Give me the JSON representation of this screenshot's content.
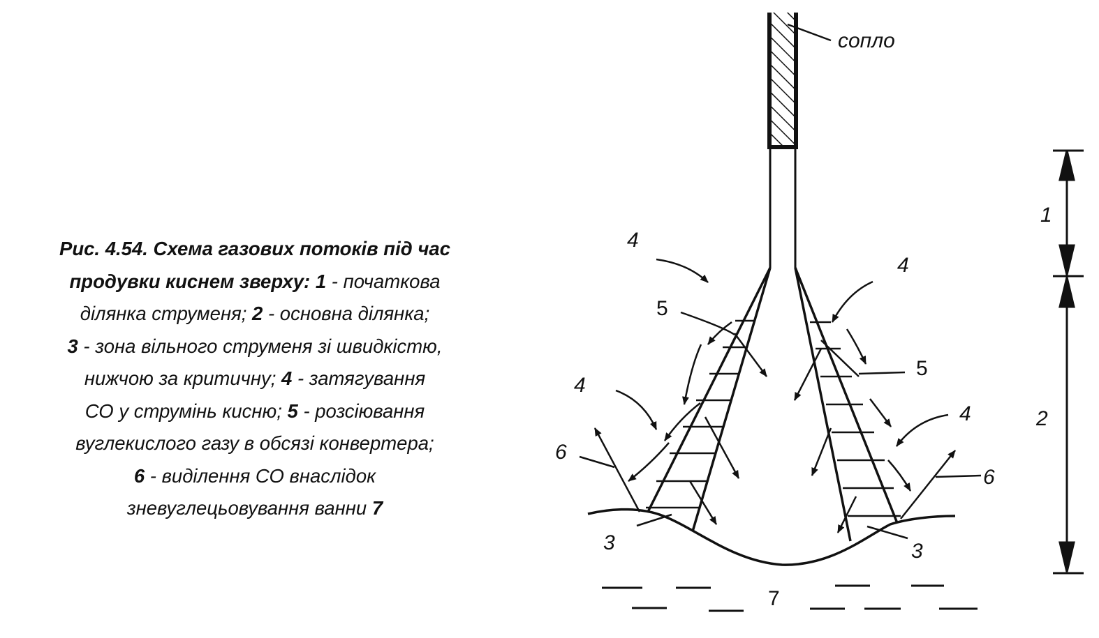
{
  "caption": {
    "l1_bold": "Рис. 4.54. Схема газових потоків під час",
    "l2_bold": "продувки киснем зверху:",
    "l2_num": "1",
    "l2_text": " - початкова",
    "l3_text1": "ділянка струменя; ",
    "l3_num": "2",
    "l3_text2": " -  основна ділянка;",
    "l4_num": "3",
    "l4_text": " - зона вільного струменя зі швидкістю,",
    "l5_text1": "нижчою за критичну; ",
    "l5_num": "4",
    "l5_text2": " - затягування",
    "l6_text1": "СО у струмінь кисню; ",
    "l6_num": "5",
    "l6_text2": " - розсіювання",
    "l7_text": "вуглекислого газу в обсязі конвертера;",
    "l8_num": "6",
    "l8_text": " - виділення СО внаслідок",
    "l9_text": "зневуглецьовування ванни ",
    "l9_num": "7"
  },
  "labels": {
    "nozzle": "сопло",
    "zone1": "1",
    "zone2": "2",
    "n4": "4",
    "n5": "5",
    "n6": "6",
    "n3": "3",
    "n7": "7"
  }
}
